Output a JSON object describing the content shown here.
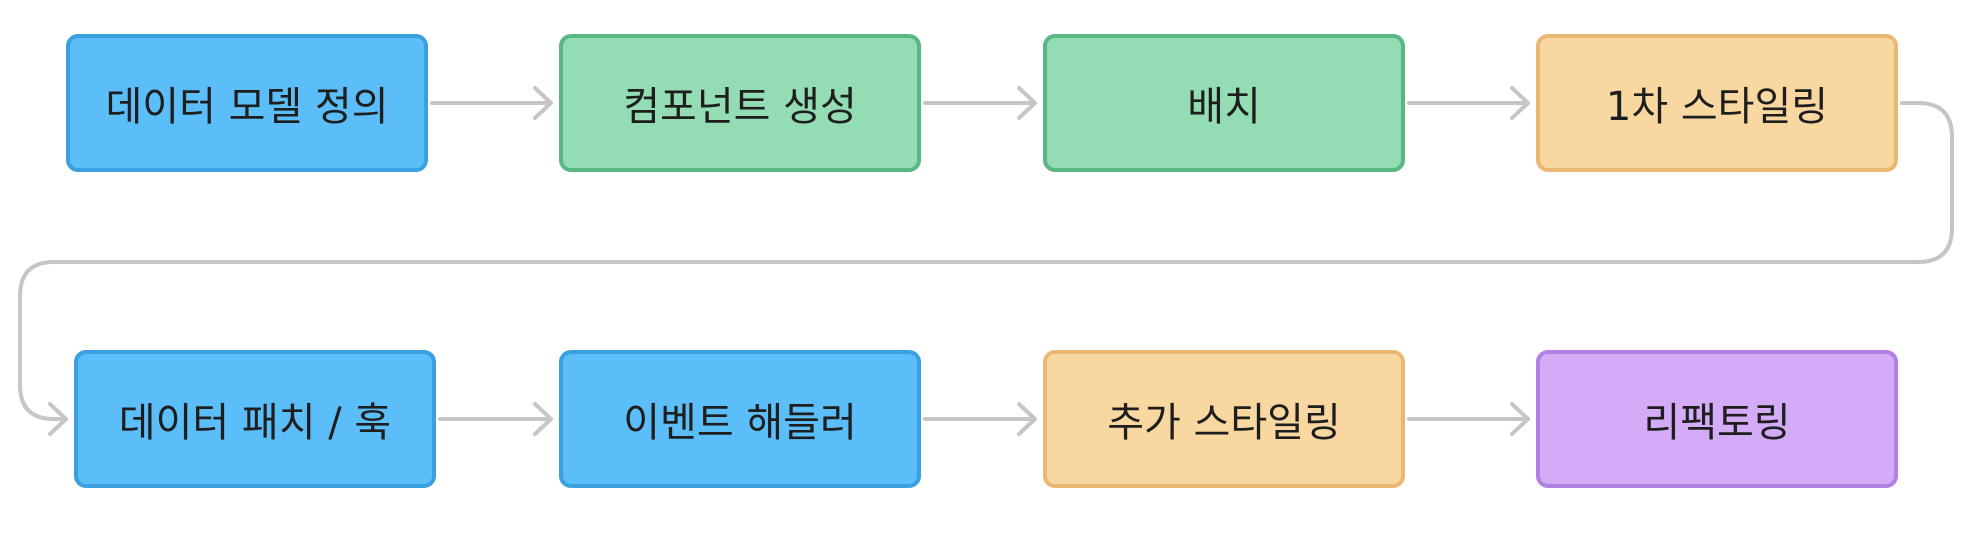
{
  "diagram": {
    "nodes": [
      {
        "id": "data-model",
        "label": "데이터 모델 정의",
        "fill": "#5bbef8",
        "border": "#3aa0e0"
      },
      {
        "id": "create-components",
        "label": "컴포넌트 생성",
        "fill": "#93dcb4",
        "border": "#5ab784"
      },
      {
        "id": "layout",
        "label": "배치",
        "fill": "#93dcb4",
        "border": "#5ab784"
      },
      {
        "id": "first-styling",
        "label": "1차 스타일링",
        "fill": "#f8d8a0",
        "border": "#eab873"
      },
      {
        "id": "data-patch-hook",
        "label": "데이터 패치 / 훅",
        "fill": "#5bbef8",
        "border": "#3aa0e0"
      },
      {
        "id": "event-handler",
        "label": "이벤트 해들러",
        "fill": "#5bbef8",
        "border": "#3aa0e0"
      },
      {
        "id": "extra-styling",
        "label": "추가 스타일링",
        "fill": "#f8d8a0",
        "border": "#eab873"
      },
      {
        "id": "refactoring",
        "label": "리팩토링",
        "fill": "#d3abf6",
        "border": "#b180e3"
      }
    ],
    "connector_color": "#c6c6c6"
  }
}
